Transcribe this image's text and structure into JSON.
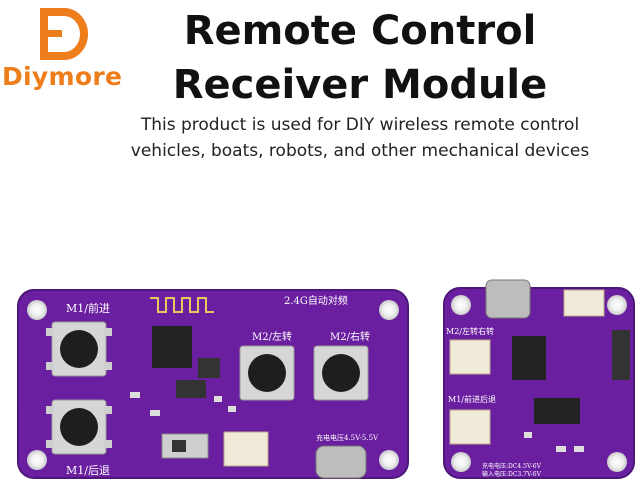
{
  "brand": {
    "name": "Diymore",
    "logo_letter": "D"
  },
  "heading": {
    "line1": "Remote Control",
    "line2": "Receiver Module"
  },
  "description": {
    "line1": "This product is used for DIY wireless remote control",
    "line2": "vehicles, boats, robots, and other mechanical devices"
  },
  "board_left": {
    "label_m1_forward": "M1/前进",
    "label_m1_back": "M1/后退",
    "label_m2_left": "M2/左转",
    "label_m2_right": "M2/右转",
    "label_auto_pair": "2.4G自动对频",
    "label_charge": "充电电压4.5V-5.5V"
  },
  "board_right": {
    "label_m2": "M2/左转右转",
    "label_m1": "M1/前进后退",
    "label_charge": "充电电压:DC4.5V-6V",
    "label_input": "输入电压:DC3.7V-6V"
  },
  "colors": {
    "brand": "#ee7d1c",
    "board": "#6a1fa0",
    "board_dark": "#4e157a",
    "silk": "#ffffff"
  }
}
